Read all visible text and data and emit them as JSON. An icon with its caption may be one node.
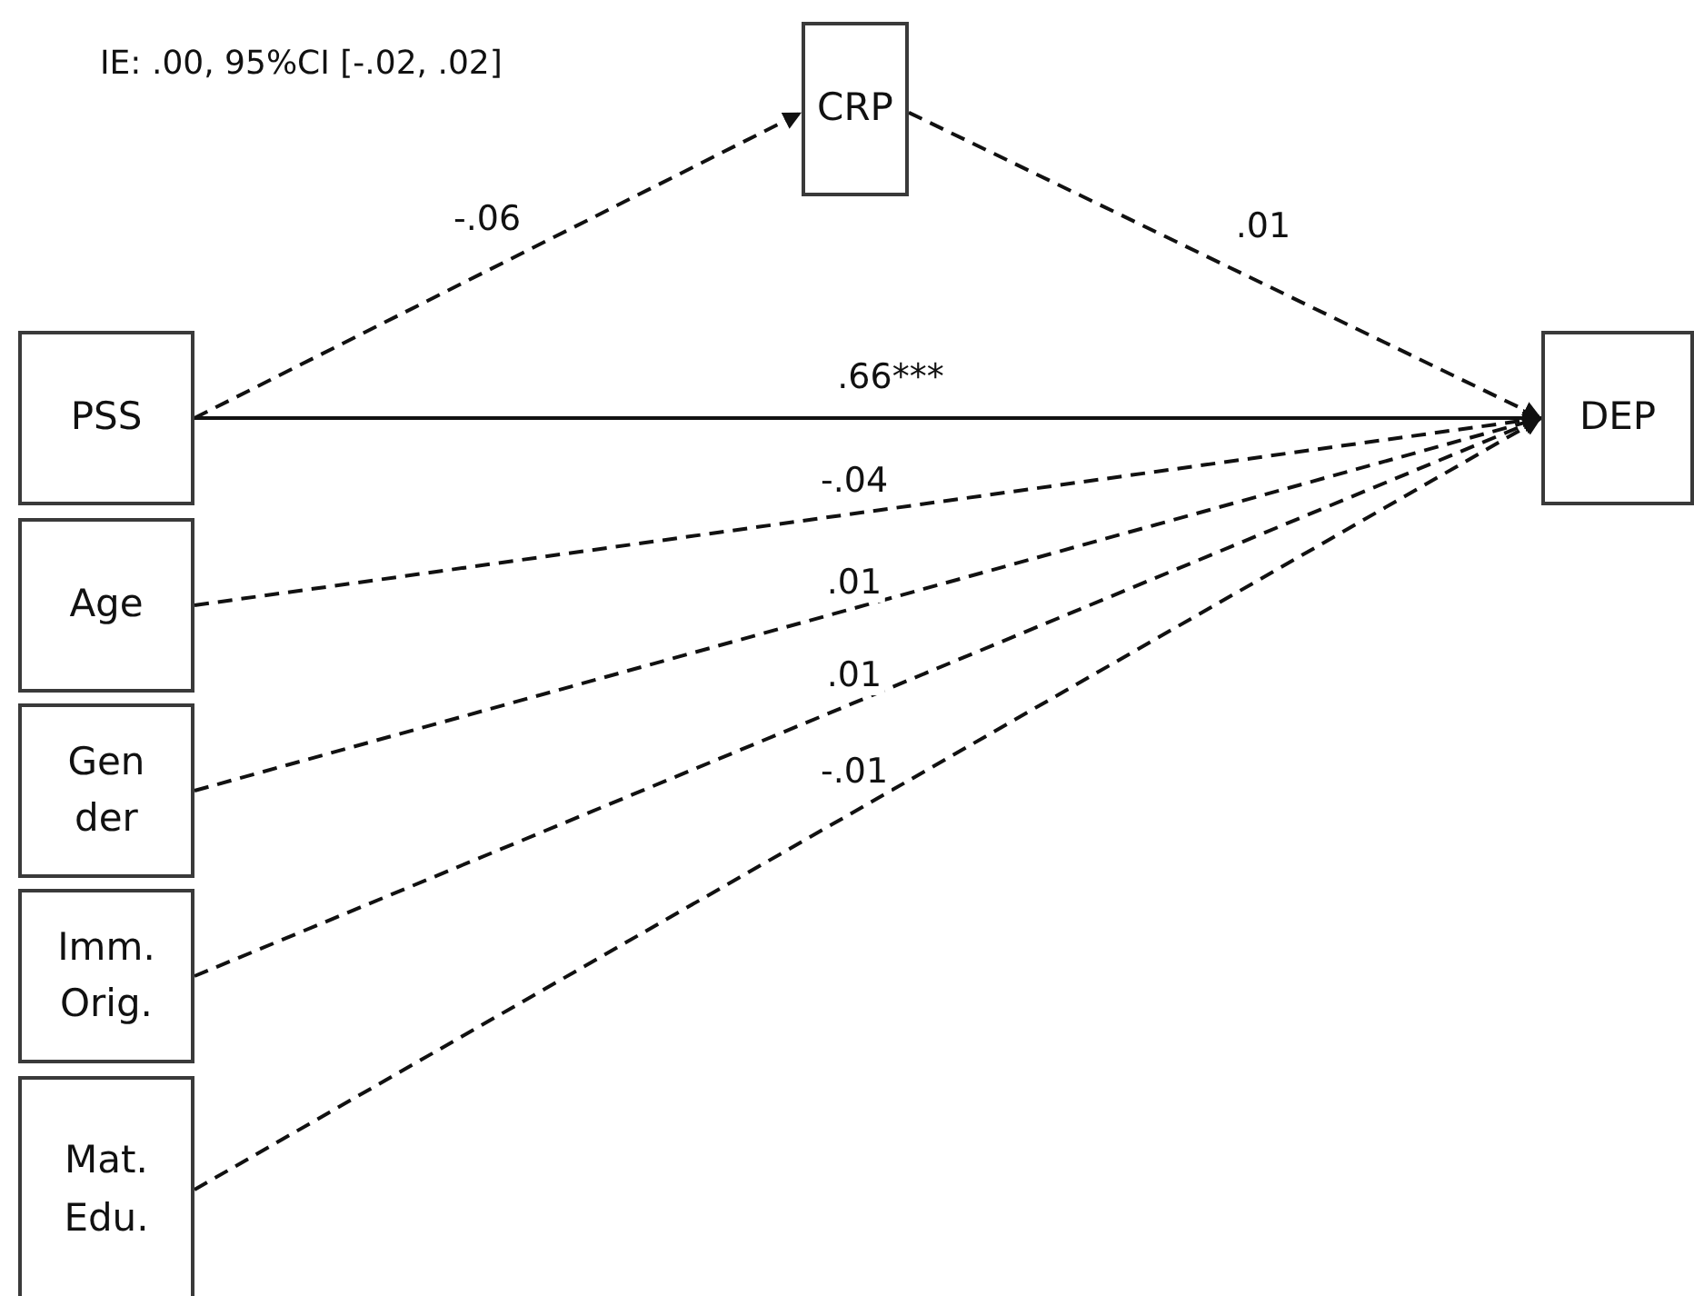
{
  "diagram": {
    "nodes": [
      {
        "text": [
          "CRP"
        ]
      },
      {
        "text": [
          "PSS"
        ]
      },
      {
        "text": [
          "DEP"
        ]
      },
      {
        "text": [
          "Age"
        ]
      },
      {
        "text": [
          "Gender"
        ]
      },
      {
        "text": [
          "Imm. Orig."
        ]
      },
      {
        "text": [
          "Mat. Edu."
        ]
      }
    ],
    "edges": [
      {
        "from": 1,
        "to": 0,
        "arrow": "to",
        "label": "-.06",
        "style": "dashed"
      },
      {
        "from": 0,
        "to": 2,
        "arrow": "to",
        "label": ".01",
        "style": "dashed"
      },
      {
        "from": 1,
        "to": 2,
        "arrow": "to",
        "label": ".66***"
      },
      {
        "from": 3,
        "to": 2,
        "arrow": "to",
        "label": "-.04",
        "style": "dashed"
      },
      {
        "from": 4,
        "to": 2,
        "arrow": "to",
        "label": ".01",
        "style": "dashed"
      },
      {
        "from": 5,
        "to": 2,
        "arrow": "to",
        "label": ".01",
        "style": "dashed"
      },
      {
        "from": 6,
        "to": 2,
        "arrow": "to",
        "label": "-.01",
        "style": "dashed"
      }
    ],
    "labels": [
      "IE: .00, 95%CI [-.02, .02]"
    ]
  }
}
